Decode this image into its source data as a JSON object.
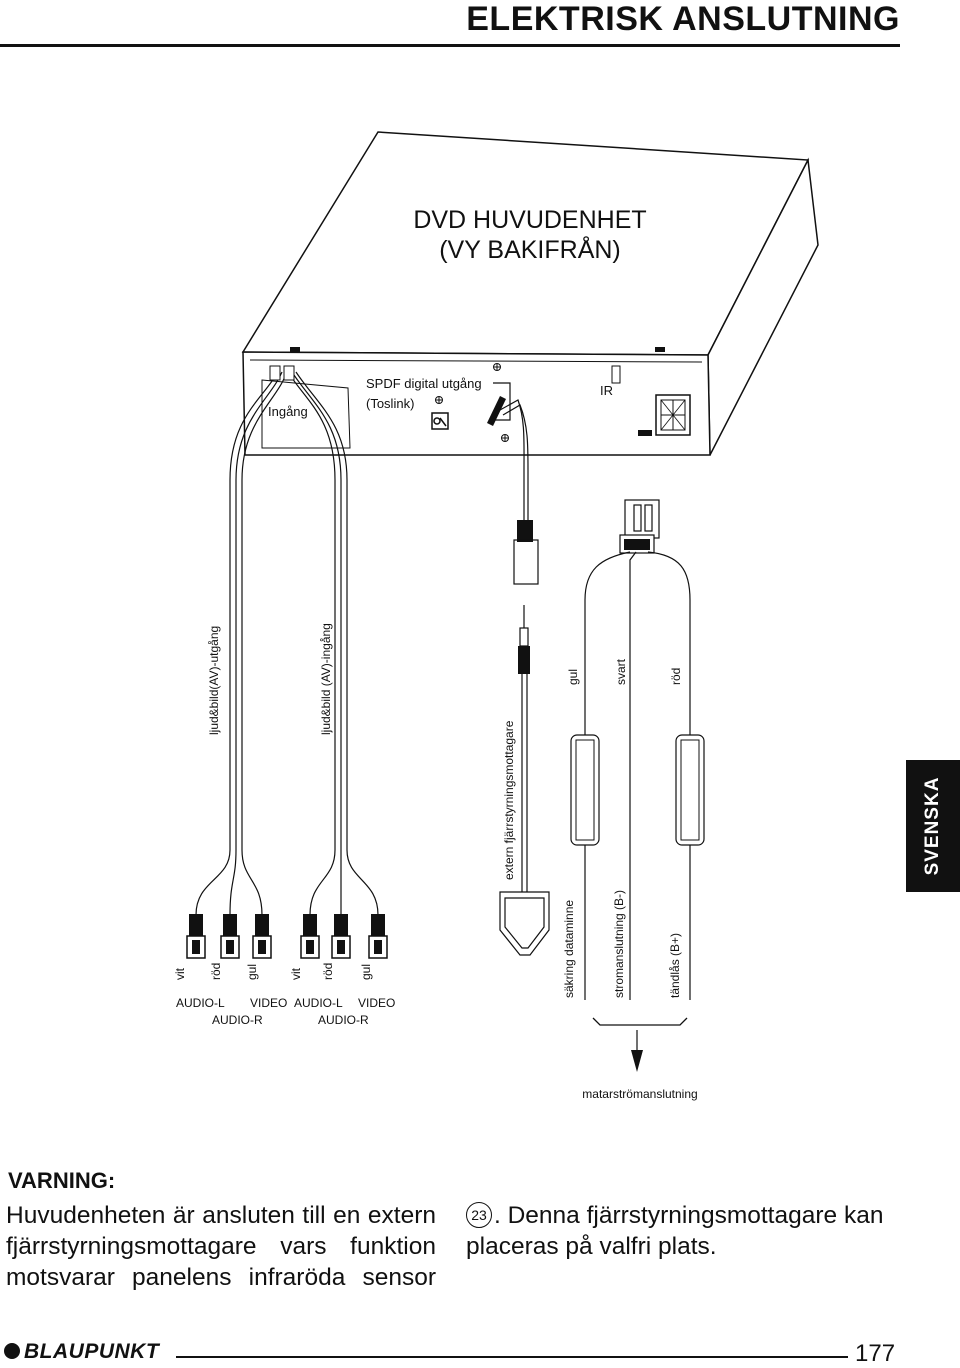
{
  "header": {
    "title": "ELEKTRISK ANSLUTNING"
  },
  "diagram": {
    "unit_title_line1": "DVD HUVUDENHET",
    "unit_title_line2": "(VY BAKIFRÅN)",
    "port_ingang": "Ingång",
    "port_spdf": "SPDF digital utgång",
    "port_toslink": "(Toslink)",
    "port_ir": "IR",
    "cable_av_out": "ljud&bild(AV)-utgång",
    "cable_av_in": "ljud&bild (AV)-ingång",
    "cable_ext_ir": "extern fjärrstyrningsmottagare",
    "wire_gul": "gul",
    "wire_svart": "svart",
    "wire_rod": "röd",
    "group1": {
      "vit": "vit",
      "rod": "röd",
      "gul": "gul"
    },
    "group2": {
      "vit": "vit",
      "rod": "röd",
      "gul": "gul"
    },
    "g1_audio_l": "AUDIO-L",
    "g1_video": "VIDEO",
    "g1_audio_r": "AUDIO-R",
    "g2_audio_l": "AUDIO-L",
    "g2_video": "VIDEO",
    "g2_audio_r": "AUDIO-R",
    "sakring": "säkring dataminne",
    "stromanslutning": "stromanslutning (B-)",
    "tandlas": "tändlås (B+)",
    "matarstrom": "matarströmanslutning"
  },
  "side_tab": {
    "label": "SVENSKA"
  },
  "warning": {
    "title": "VARNING:",
    "left_text": "Huvudenheten är ansluten till en extern fjärrstyrningsmottagare vars funktion motsvarar panelens infraröda sensor",
    "ref_number": "23",
    "right_text": ". Denna fjärrstyrningsmottagare kan placeras på valfri plats."
  },
  "footer": {
    "brand": "BLAUPUNKT",
    "page_number": "177"
  }
}
